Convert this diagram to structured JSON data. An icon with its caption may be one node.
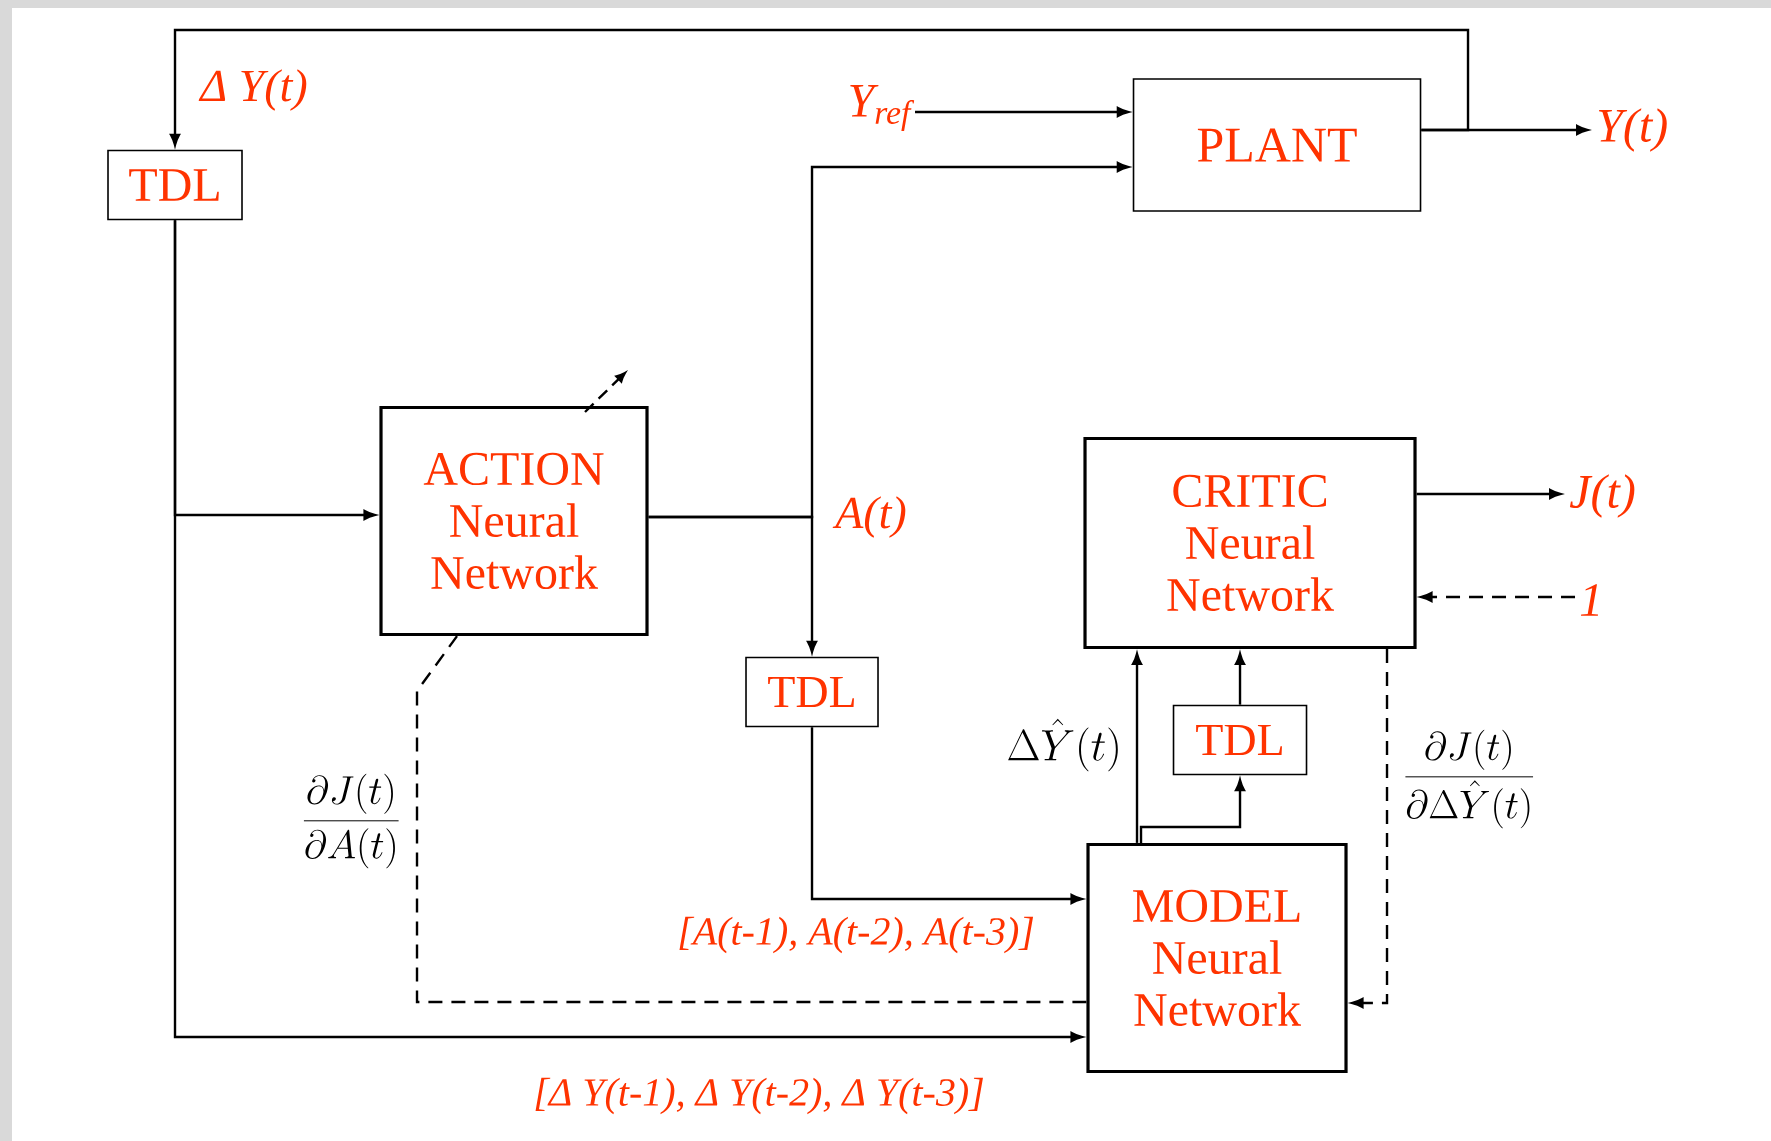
{
  "diagram": {
    "nodes": [
      {
        "text": [
          "TDL"
        ]
      },
      {
        "text": [
          "PLANT"
        ]
      },
      {
        "text": [
          "Y$_{ref}$"
        ]
      },
      {
        "text": [
          "Y(t)"
        ]
      },
      {
        "text": [
          "ACTION Neural Network"
        ]
      },
      {
        "text": [
          "CRITIC Neural Network"
        ]
      },
      {
        "text": [
          "TDL"
        ]
      },
      {
        "text": [
          "TDL"
        ]
      },
      {
        "text": [
          "MODEL Neural Network"
        ]
      },
      {
        "text": [
          "J(t)"
        ]
      },
      {
        "text": [
          "1"
        ]
      }
    ],
    "edges": [
      {
        "from": 1,
        "to": 0,
        "arrow": "to",
        "label": "Δ Y(t)"
      },
      {
        "from": 1,
        "to": 3,
        "arrow": "to"
      },
      {
        "from": 2,
        "to": 1,
        "arrow": "to"
      },
      {
        "from": 4,
        "to": 1,
        "arrow": "to",
        "label": "A(t)"
      },
      {
        "from": 4,
        "to": 6,
        "arrow": "to"
      },
      {
        "from": 0,
        "to": 4,
        "arrow": "to"
      },
      {
        "from": 0,
        "to": 8,
        "arrow": "to",
        "label": "[Δ Y(t-1), Δ Y(t-2), Δ Y(t-3)]"
      },
      {
        "from": 6,
        "to": 8,
        "arrow": "to",
        "label": "[A(t-1), A(t-2), A(t-3)]"
      },
      {
        "from": 8,
        "to": 5,
        "arrow": "to",
        "label": "\\Delta\\hat{Y}(t)"
      },
      {
        "from": 8,
        "to": 7,
        "arrow": "to"
      },
      {
        "from": 7,
        "to": 5,
        "arrow": "to"
      },
      {
        "from": 5,
        "to": 9,
        "arrow": "to"
      },
      {
        "from": 10,
        "to": 5,
        "arrow": "to",
        "style": "dashed"
      },
      {
        "from": 5,
        "to": 8,
        "arrow": "to",
        "style": "dashed",
        "label": "\\frac{\\partial J(t)}{\\partial\\Delta\\hat{Y}(t)}"
      },
      {
        "from": 8,
        "to": 4,
        "arrow": "none",
        "style": "dashed",
        "label": "\\frac{\\partial J(t)}{\\partial A(t)}"
      }
    ]
  }
}
